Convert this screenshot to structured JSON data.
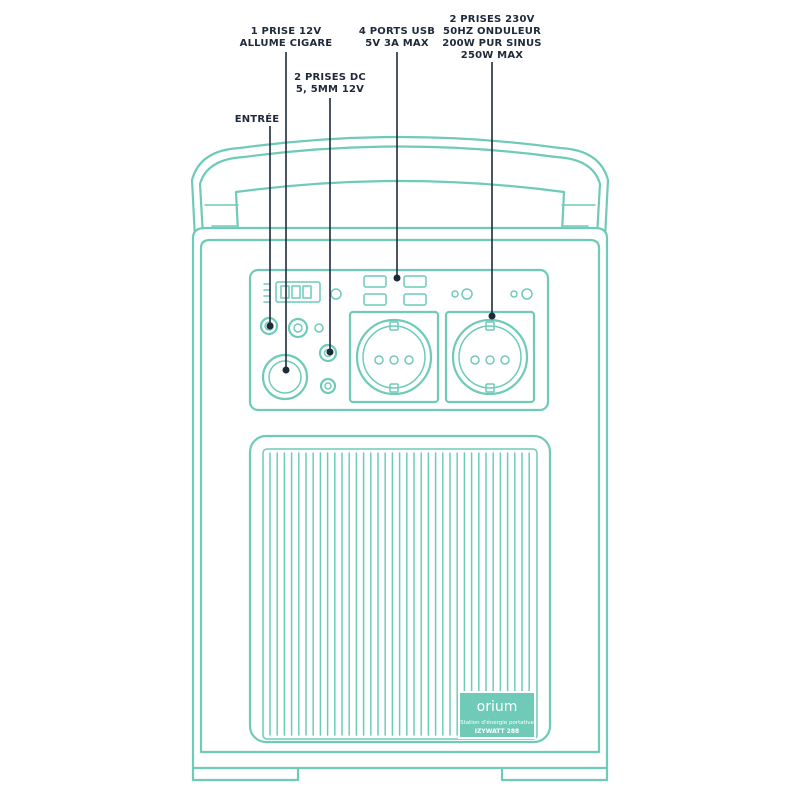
{
  "annotations": {
    "car_socket": {
      "line1": "1 PRISE 12V",
      "line2": "ALLUME CIGARE"
    },
    "usb": {
      "line1": "4 PORTS USB",
      "line2": "5V 3A MAX"
    },
    "ac": {
      "line1": "2 PRISES 230V",
      "line2": "50HZ ONDULEUR",
      "line3": "200W PUR SINUS",
      "line4": "250W MAX"
    },
    "dc": {
      "line1": "2 PRISES DC",
      "line2": "5, 5MM 12V"
    },
    "input": {
      "line1": "ENTRÉE"
    }
  },
  "badge": {
    "brand": "orium",
    "subtitle": "Station d'énergie portative",
    "model": "IZYWATT 288"
  },
  "colors": {
    "outline": "#6fcbb8",
    "label": "#1e2a3a",
    "badge": "#6fcbb8"
  }
}
